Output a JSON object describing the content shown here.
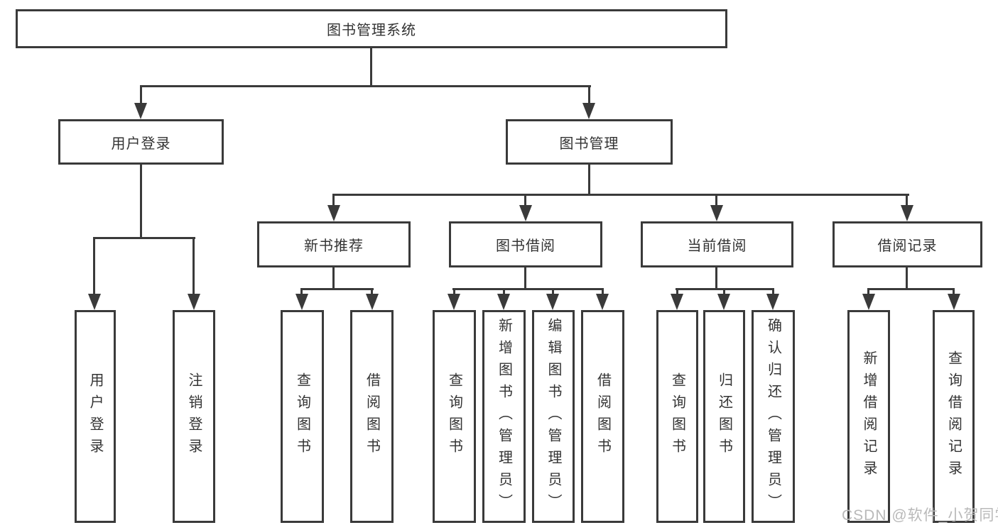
{
  "diagram": {
    "root": {
      "label": "图书管理系统"
    },
    "level2": [
      {
        "label": "用户登录"
      },
      {
        "label": "图书管理"
      }
    ],
    "level3": [
      {
        "label": "新书推荐"
      },
      {
        "label": "图书借阅"
      },
      {
        "label": "当前借阅"
      },
      {
        "label": "借阅记录"
      }
    ],
    "leaves": {
      "user_login": [
        "用户登录",
        "注销登录"
      ],
      "new_books": [
        "查询图书",
        "借阅图书"
      ],
      "book_borrow": [
        "查询图书",
        "新增图书（管理员）",
        "编辑图书（管理员）",
        "借阅图书"
      ],
      "current_borrow": [
        "查询图书",
        "归还图书",
        "确认归还（管理员）"
      ],
      "borrow_records": [
        "新增借阅记录",
        "查询借阅记录"
      ]
    }
  },
  "watermark": {
    "text": "CSDN @软件_小贺同学",
    "color": "#b9b9b9"
  },
  "colors": {
    "line": "#3a3a3a",
    "text": "#333333",
    "background": "#ffffff"
  }
}
